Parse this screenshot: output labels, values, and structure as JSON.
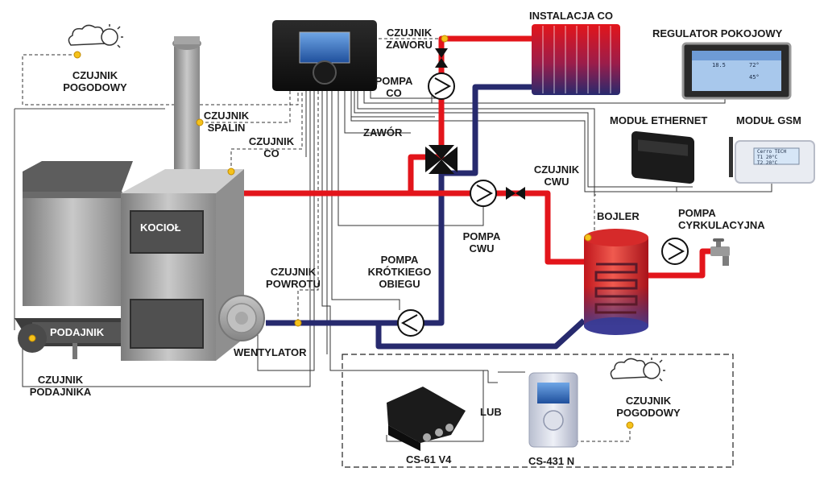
{
  "labels": {
    "czujnik_pogodowy_top": "CZUJNIK\nPOGODOWY",
    "czujnik_spalin": "CZUJNIK\nSPALIN",
    "czujnik_co": "CZUJNIK\nCO",
    "czujnik_zaworu": "CZUJNIK\nZAWORU",
    "pompa_co": "POMPA\nCO",
    "zawor": "ZAWÓR",
    "instalacja_co": "INSTALACJA CO",
    "regulator_pokojowy": "REGULATOR POKOJOWY",
    "modul_ethernet": "MODUŁ ETHERNET",
    "modul_gsm": "MODUŁ GSM",
    "czujnik_cwu": "CZUJNIK\nCWU",
    "bojler": "BOJLER",
    "pompa_cyrkulacyjna": "POMPA\nCYRKULACYJNA",
    "pompa_cwu": "POMPA\nCWU",
    "pompa_krotkiego_obiegu": "POMPA\nKRÓTKIEGO\nOBIEGU",
    "czujnik_powrotu": "CZUJNIK\nPOWROTU",
    "wentylator": "WENTYLATOR",
    "kociol": "KOCIOŁ",
    "podajnik": "PODAJNIK",
    "czujnik_podajnika": "CZUJNIK\nPODAJNIKA",
    "lub": "LUB",
    "cs61": "CS-61 V4",
    "cs431": "CS-431 N",
    "czujnik_pogodowy_bottom": "CZUJNIK\nPOGODOWY"
  },
  "device_screens": {
    "room_regulator_values": [
      "18.5",
      "72°",
      "45°"
    ],
    "gsm_screen": [
      "Cerro TECH",
      "T1 20°C",
      "T2 20°C"
    ]
  },
  "colors": {
    "hot_pipe": "#e3151b",
    "cold_pipe": "#272a6e",
    "sensor_dot": "#f5c21b",
    "wire": "#3a3a3a",
    "boiler_metal": "#9b9b9b"
  },
  "icons": {
    "weather": "sun-cloud-icon",
    "pump": "pump-icon",
    "valve": "valve-icon",
    "tap": "tap-icon"
  }
}
